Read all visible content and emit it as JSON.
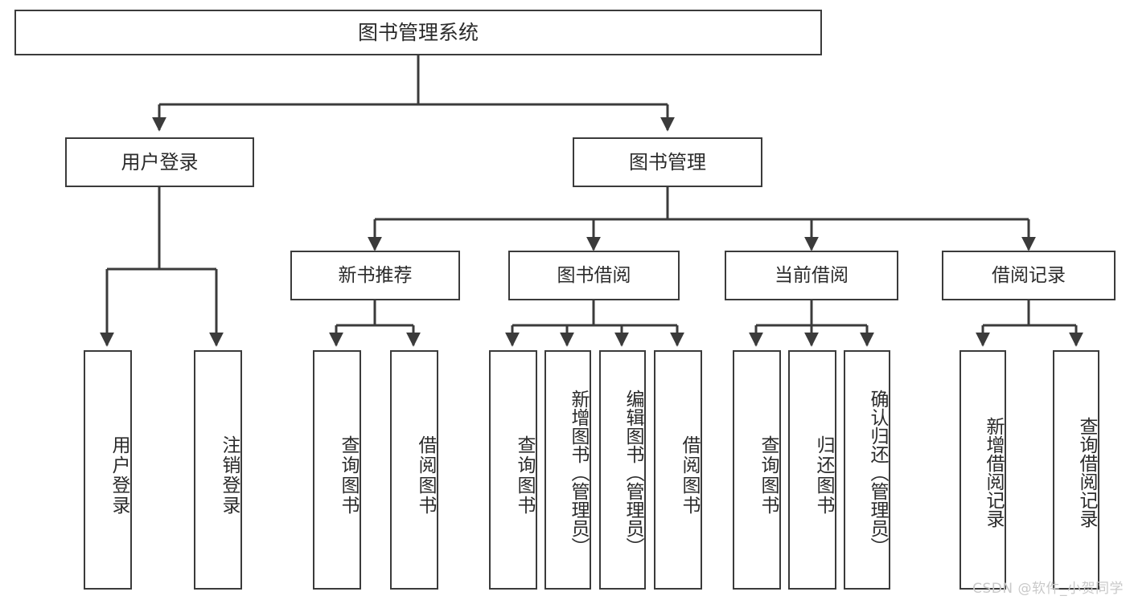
{
  "diagram": {
    "type": "tree-hierarchy-chart",
    "title": "图书管理系统",
    "line_color": "#3b3b3b",
    "text_color": "#2b2b2b",
    "background_color": "#ffffff",
    "watermark": "CSDN @软件_小贺同学",
    "root": {
      "label": "图书管理系统"
    },
    "level2": [
      {
        "label": "用户登录"
      },
      {
        "label": "图书管理"
      }
    ],
    "level3": [
      {
        "label": "新书推荐"
      },
      {
        "label": "图书借阅"
      },
      {
        "label": "当前借阅"
      },
      {
        "label": "借阅记录"
      }
    ],
    "leaves": {
      "user_login": [
        {
          "label": "用户登录"
        },
        {
          "label": "注销登录"
        }
      ],
      "new_book_recommend": [
        {
          "label": "查询图书"
        },
        {
          "label": "借阅图书"
        }
      ],
      "book_borrow": [
        {
          "label": "查询图书"
        },
        {
          "label": "新增图书（管理员）"
        },
        {
          "label": "编辑图书（管理员）"
        },
        {
          "label": "借阅图书"
        }
      ],
      "current_borrow": [
        {
          "label": "查询图书"
        },
        {
          "label": "归还图书"
        },
        {
          "label": "确认归还（管理员）"
        }
      ],
      "borrow_record": [
        {
          "label": "新增借阅记录"
        },
        {
          "label": "查询借阅记录"
        }
      ]
    }
  }
}
